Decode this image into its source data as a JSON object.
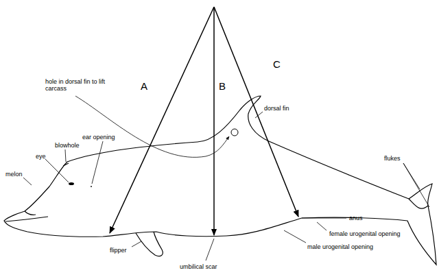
{
  "diagram": {
    "labels": [
      "hole in dorsal fin to lift carcass",
      "A",
      "B",
      "C",
      "dorsal fin",
      "ear opening",
      "blowhole",
      "eye",
      "melon",
      "flukes",
      "anus",
      "female urogenital opening",
      "male urogenital opening",
      "umbilical scar",
      "flipper"
    ]
  }
}
